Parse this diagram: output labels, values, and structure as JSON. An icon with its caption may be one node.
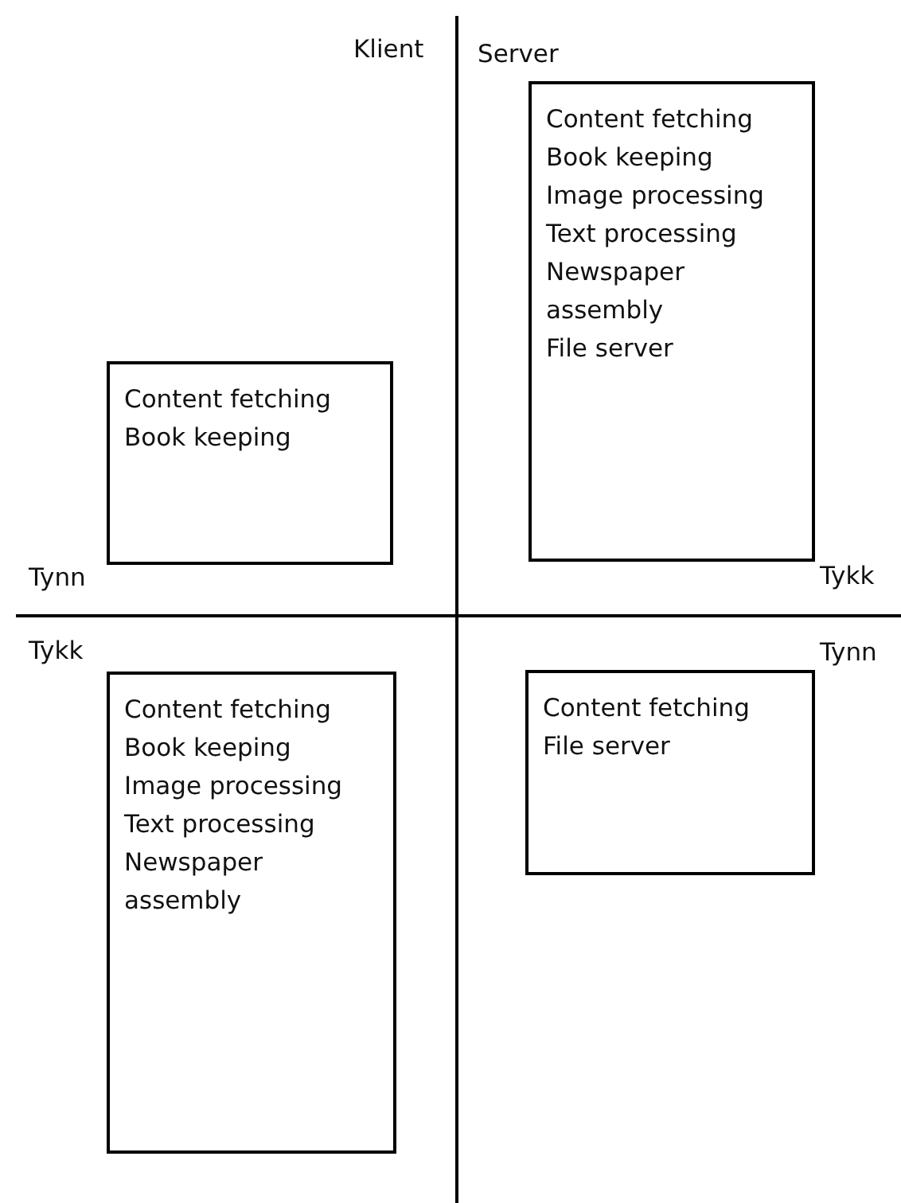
{
  "diagram": {
    "nodes": [
      {
        "text": [
          "Content fetching",
          "Book keeping",
          "Image processing",
          "Text processing",
          "Newspaper assembly",
          "File server"
        ]
      },
      {
        "text": [
          "Content fetching",
          "Book keeping"
        ]
      },
      {
        "text": [
          "Content fetching",
          "Book keeping",
          "Image processing",
          "Text processing",
          "Newspaper assembly"
        ]
      },
      {
        "text": [
          "Content fetching",
          "File server"
        ]
      }
    ],
    "labels": [
      "Klient",
      "Server",
      "Tynn",
      "Tykk",
      "Tykk",
      "Tynn"
    ]
  }
}
